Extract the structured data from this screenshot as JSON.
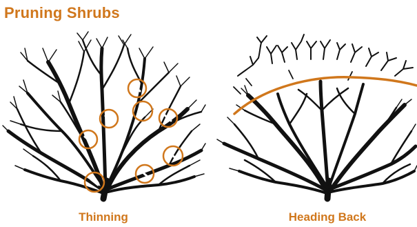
{
  "title": "Pruning Shrubs",
  "panels": [
    {
      "caption": "Thinning"
    },
    {
      "caption": "Heading Back"
    }
  ],
  "colors": {
    "accent": "#d0771c",
    "branch": "#111111",
    "background": "#ffffff"
  }
}
